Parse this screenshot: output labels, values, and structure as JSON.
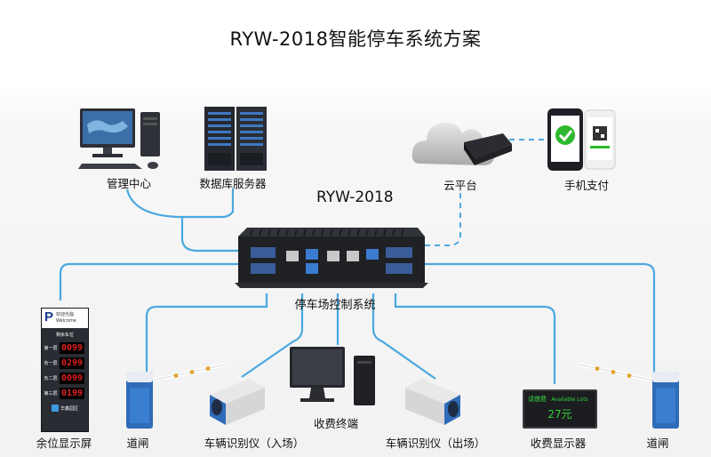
{
  "title": "RYW-2018智能停车系统方案",
  "controller_label": "RYW-2018",
  "controller_caption": "停车场控制系统",
  "nodes": {
    "management": "管理中心",
    "database": "数据库服务器",
    "cloud": "云平台",
    "mobile_pay": "手机支付",
    "remaining_display": "余位显示屏",
    "gate_left": "道闸",
    "camera_entry": "车辆识别仪（入场）",
    "terminal": "收费终端",
    "camera_exit": "车辆识别仪（出场）",
    "fee_display": "收费显示器",
    "gate_right": "道闸"
  },
  "sign": {
    "header_line1": "欢迎光临",
    "header_line2": "Welcome",
    "sub_header": "剩余车位",
    "rows": [
      {
        "floor": "第一层",
        "count": "0099"
      },
      {
        "floor": "负一层",
        "count": "0299"
      },
      {
        "floor": "负二层",
        "count": "0099"
      },
      {
        "floor": "第三层",
        "count": "0199"
      }
    ],
    "footer": "华鑫园区"
  },
  "fee_screen": {
    "line1_cn": "请缴费",
    "line1_en": "Available Lots",
    "line2": "27元"
  },
  "colors": {
    "line_blue": "#4aa8de",
    "led_red": "#e02020",
    "led_green": "#36d23a"
  }
}
